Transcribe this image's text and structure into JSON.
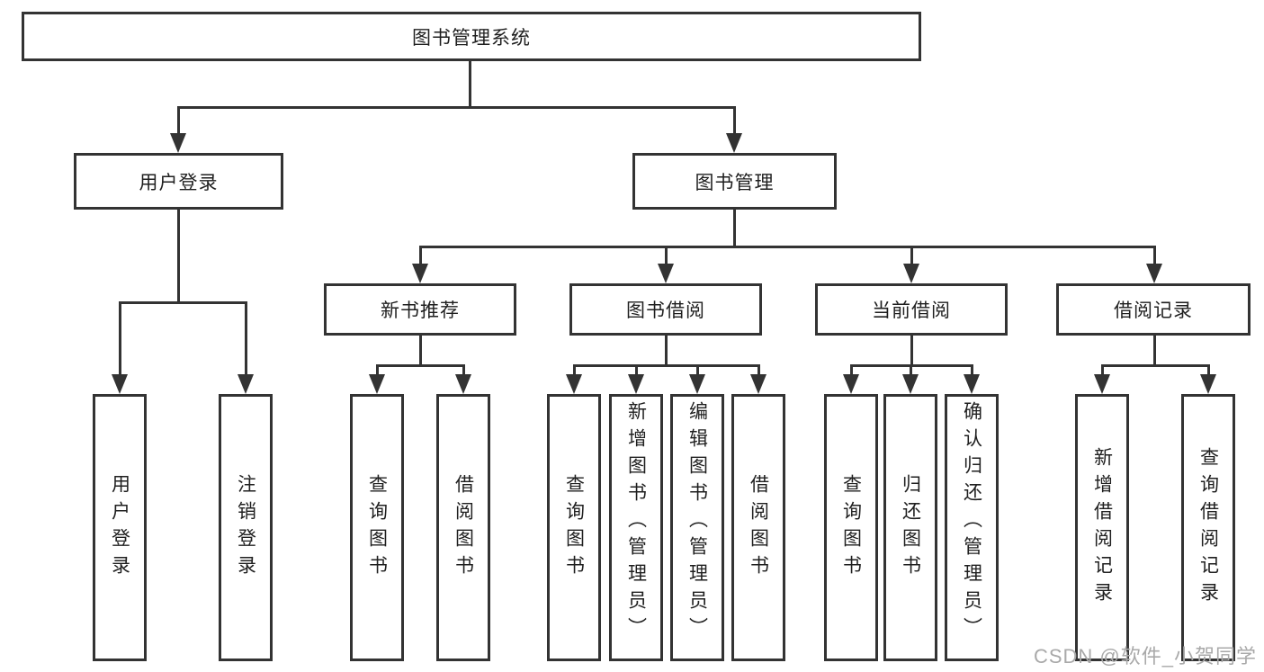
{
  "tree": {
    "root": {
      "label": "图书管理系统"
    },
    "level2": [
      {
        "id": "user-login",
        "label": "用户登录"
      },
      {
        "id": "book-management",
        "label": "图书管理"
      }
    ],
    "level3": [
      {
        "id": "new-book-recommend",
        "label": "新书推荐"
      },
      {
        "id": "book-borrow",
        "label": "图书借阅"
      },
      {
        "id": "current-borrow",
        "label": "当前借阅"
      },
      {
        "id": "borrow-records",
        "label": "借阅记录"
      }
    ],
    "leaves": [
      {
        "group": "user-login",
        "label": "用户登录"
      },
      {
        "group": "user-login",
        "label": "注销登录"
      },
      {
        "group": "new-book-recommend",
        "label": "查询图书"
      },
      {
        "group": "new-book-recommend",
        "label": "借阅图书"
      },
      {
        "group": "book-borrow",
        "label": "查询图书"
      },
      {
        "group": "book-borrow",
        "label": "新增图书（管理员）"
      },
      {
        "group": "book-borrow",
        "label": "编辑图书（管理员）"
      },
      {
        "group": "book-borrow",
        "label": "借阅图书"
      },
      {
        "group": "current-borrow",
        "label": "查询图书"
      },
      {
        "group": "current-borrow",
        "label": "归还图书"
      },
      {
        "group": "current-borrow",
        "label": "确认归还（管理员）"
      },
      {
        "group": "borrow-records",
        "label": "新增借阅记录"
      },
      {
        "group": "borrow-records",
        "label": "查询借阅记录"
      }
    ]
  },
  "watermark": "CSDN @软件_小贺同学",
  "colors": {
    "line": "#333333",
    "text": "#1f1f1f",
    "background": "#ffffff",
    "watermark": "#a9a9a9"
  }
}
